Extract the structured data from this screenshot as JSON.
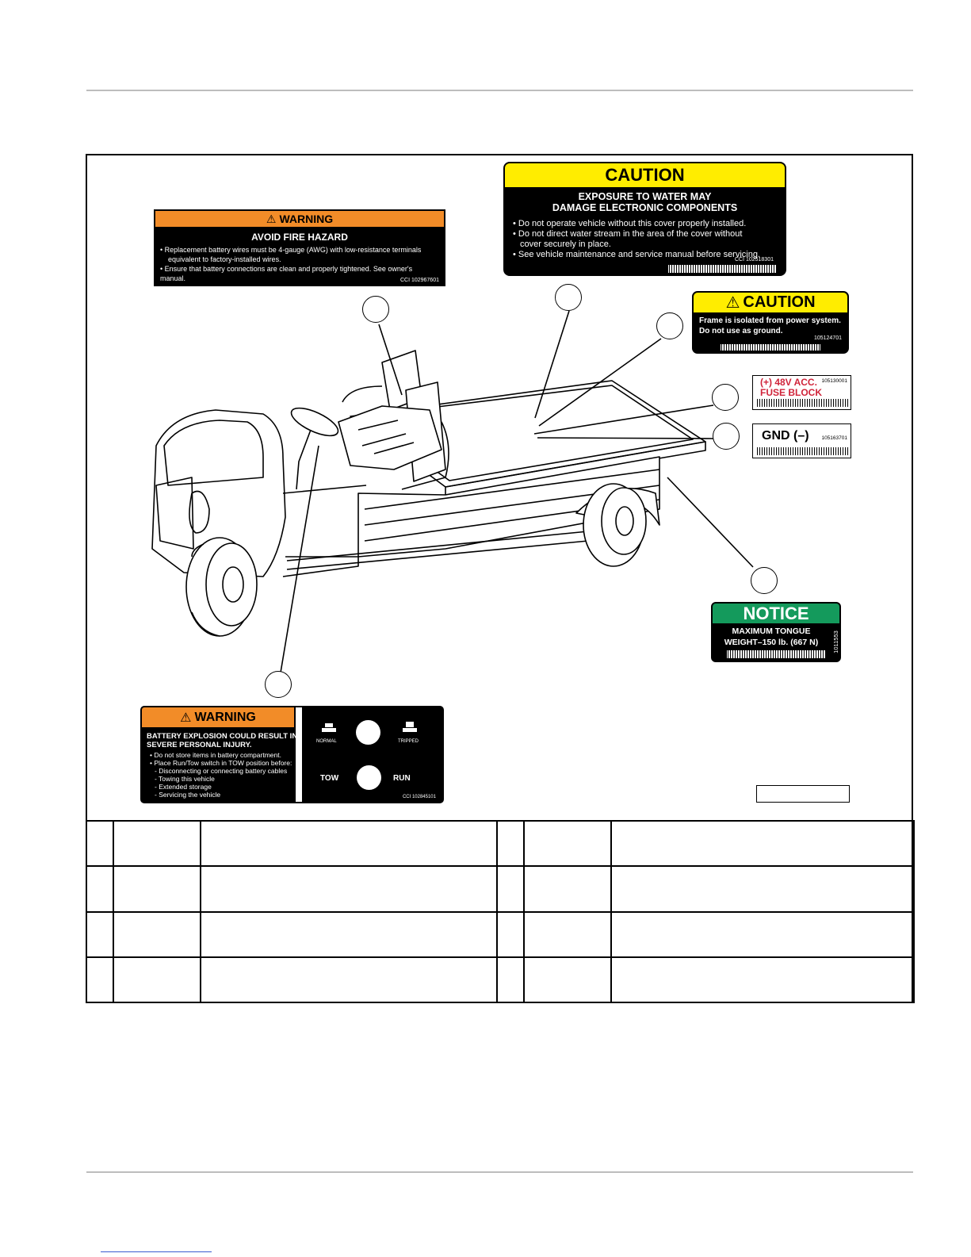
{
  "warning_fire": {
    "header": "WARNING",
    "title": "AVOID FIRE HAZARD",
    "bullet1": "• Replacement battery wires must be 4-gauge (AWG) with low-resistance terminals",
    "bullet1b": "equivalent to factory-installed wires.",
    "bullet2": "• Ensure that battery connections are clean and properly tightened. See owner's manual.",
    "code": "CCI 102967601"
  },
  "caution_water": {
    "header": "CAUTION",
    "title1": "EXPOSURE TO WATER MAY",
    "title2": "DAMAGE ELECTRONIC COMPONENTS",
    "bullet1": "• Do not operate vehicle without this cover properly installed.",
    "bullet2": "• Do not direct water stream in the area of the cover without",
    "bullet2b": "cover securely in place.",
    "bullet3": "• See vehicle maintenance and service manual before servicing.",
    "code": "CCI 102518301"
  },
  "caution_frame": {
    "header": "CAUTION",
    "line1": "Frame is isolated from power system.",
    "line2": "Do not use as ground.",
    "code": "105124701"
  },
  "fuse_block": {
    "line1": "(+) 48V ACC.",
    "line2": "FUSE BLOCK",
    "code": "105130001"
  },
  "gnd": {
    "label": "GND (–)",
    "code": "105163701"
  },
  "notice": {
    "header": "NOTICE",
    "line1": "MAXIMUM TONGUE",
    "line2": "WEIGHT–150 lb. (667 N)",
    "code": "1011553"
  },
  "warning_battery": {
    "header": "WARNING",
    "title1": "BATTERY EXPLOSION COULD RESULT IN",
    "title2": "SEVERE PERSONAL INJURY.",
    "b1": "• Do not store items in battery compartment.",
    "b2": "• Place Run/Tow switch in TOW position before:",
    "b3": "- Disconnecting or connecting battery cables",
    "b4": "- Towing this vehicle",
    "b5": "- Extended storage",
    "b6": "- Servicing the vehicle",
    "normal": "NORMAL",
    "tripped": "TRIPPED",
    "tow": "TOW",
    "run": "RUN",
    "code": "CCI 102845101"
  },
  "colors": {
    "warning_orange": "#f28c28",
    "caution_yellow": "#ffed00",
    "notice_green": "#149a5c",
    "fuse_red": "#d0243a"
  }
}
